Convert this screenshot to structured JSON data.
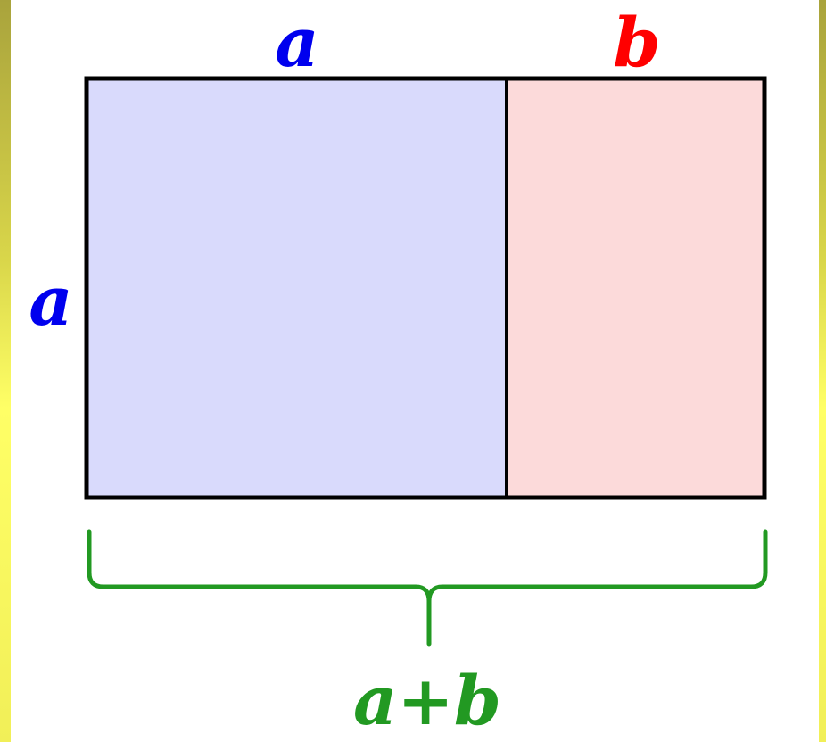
{
  "diagram": {
    "labels": {
      "top_left": "a",
      "top_right": "b",
      "side_left": "a",
      "bottom_sum": "a+b"
    },
    "colors": {
      "square_fill": "#d9dafc",
      "rect_fill": "#fcdada",
      "outline": "#000000",
      "label_a": "#0000ee",
      "label_b": "#ff0000",
      "brace": "#229922",
      "frame_yellow": "#ffff66"
    }
  }
}
